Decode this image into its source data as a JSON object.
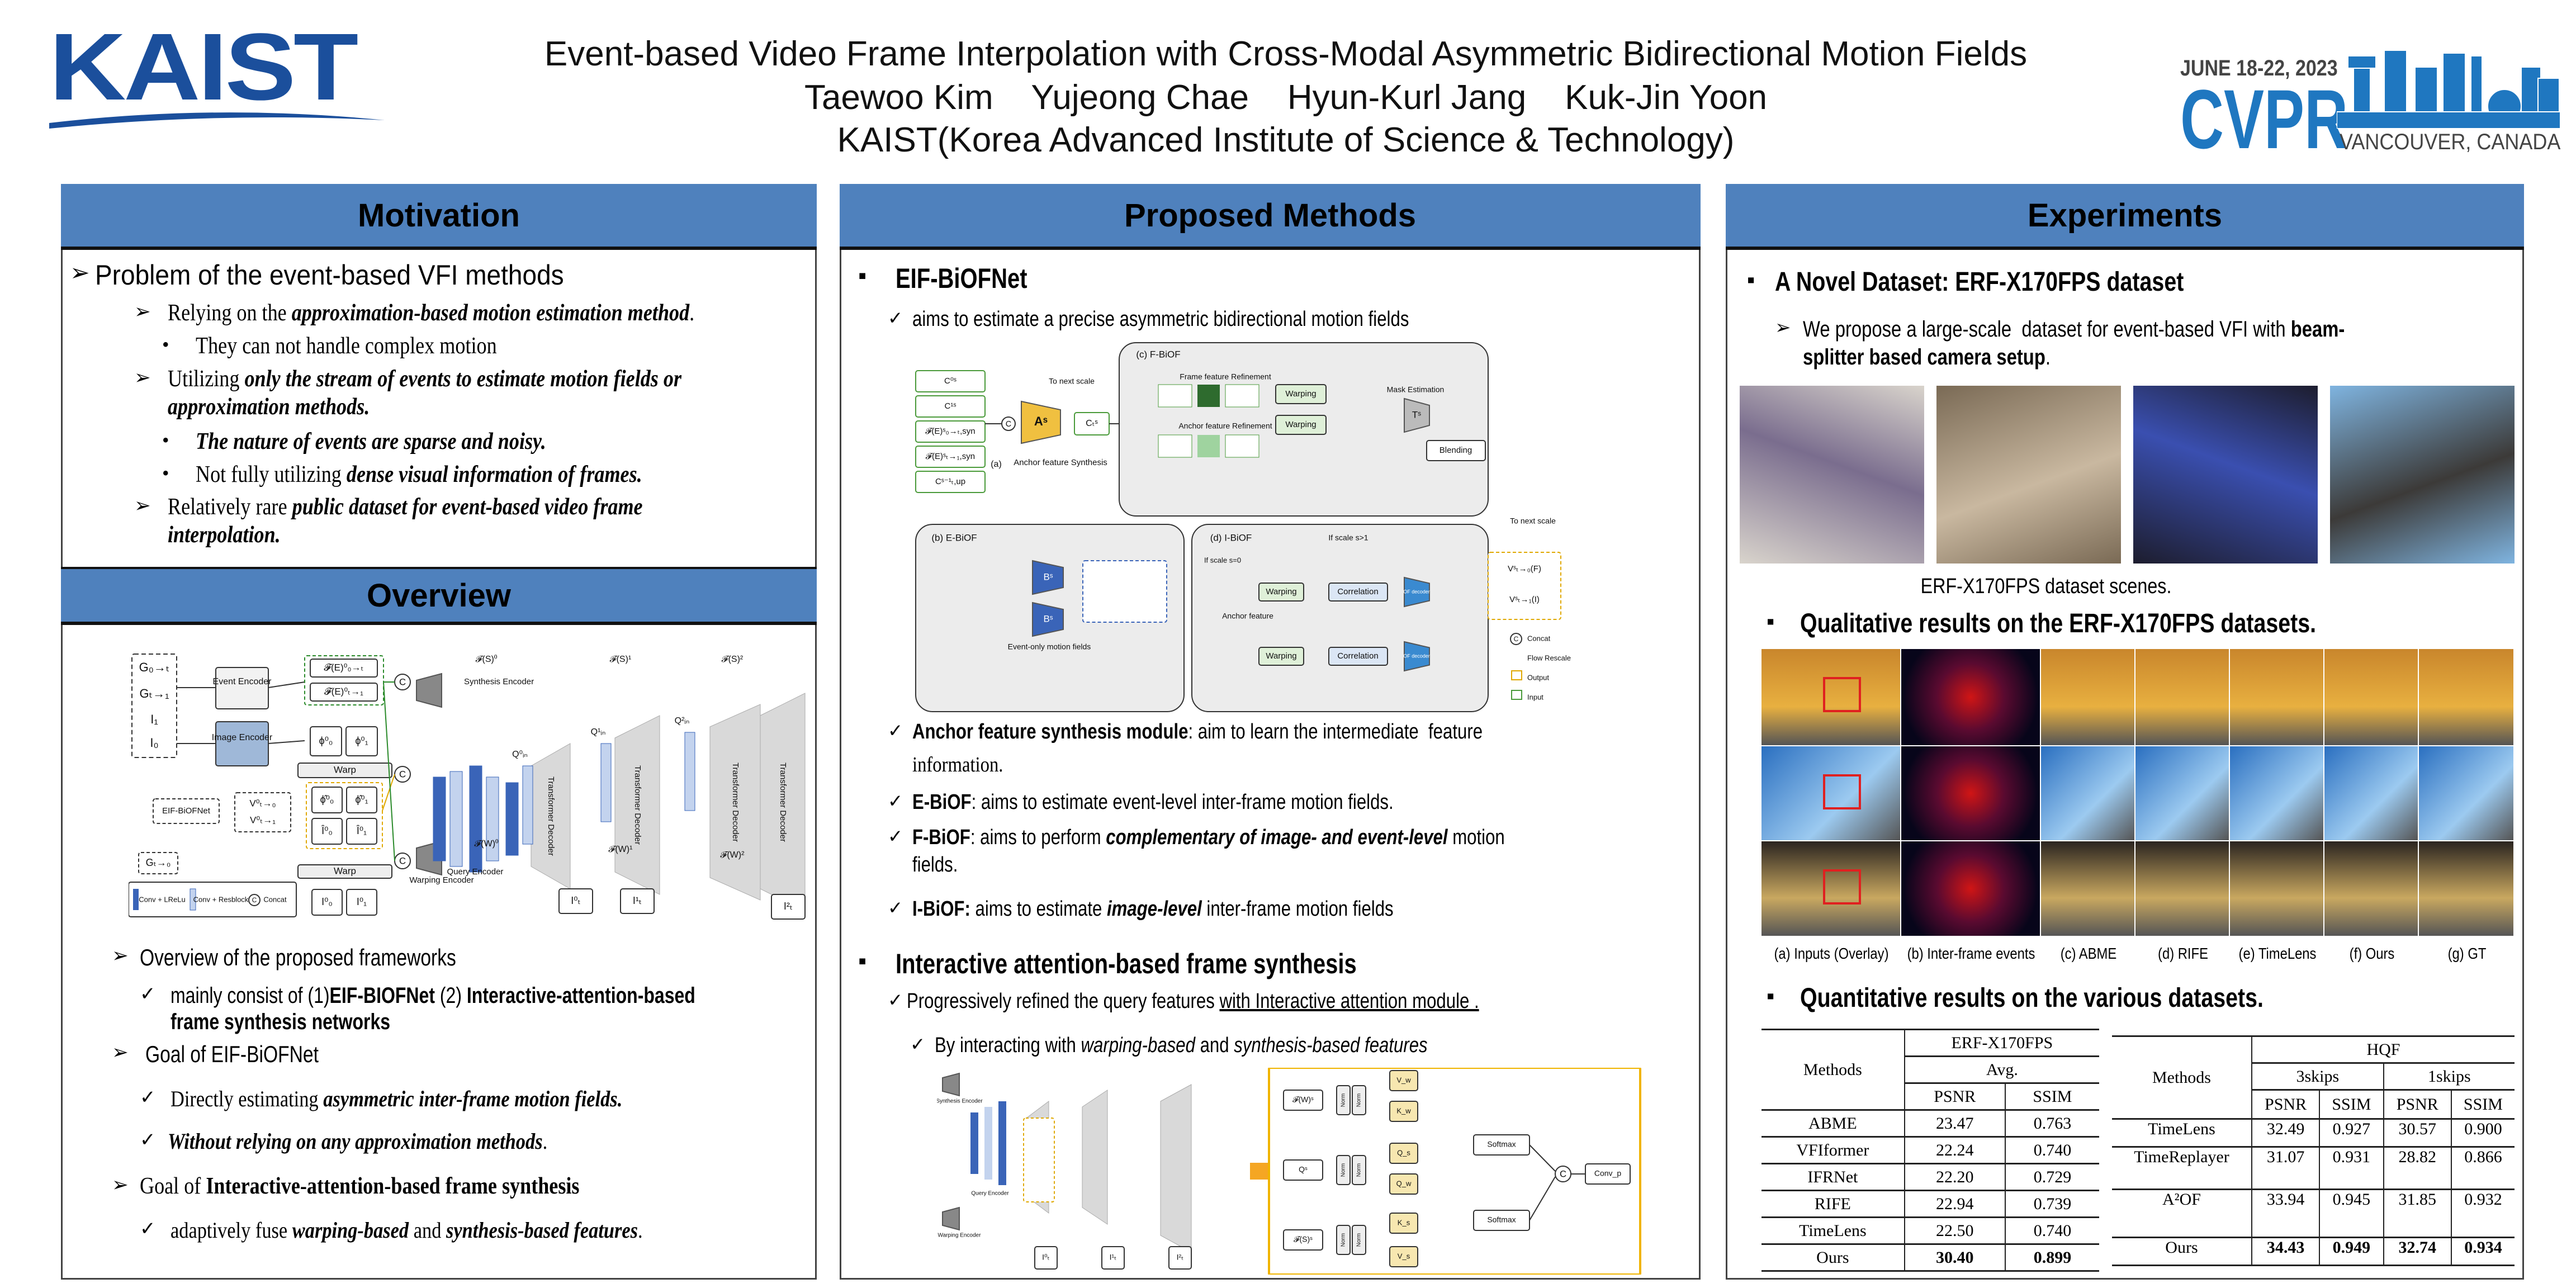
{
  "header": {
    "logo_left": "KAIST",
    "title": "Event-based Video Frame Interpolation with Cross-Modal Asymmetric Bidirectional Motion Fields",
    "authors": "Taewoo Kim    Yujeong Chae    Hyun-Kurl Jang    Kuk-Jin Yoon",
    "affiliation": "KAIST(Korea Advanced Institute of Science & Technology)",
    "conf_logo": {
      "date": "JUNE 18-22, 2023",
      "name": "CVPR",
      "place": "VANCOUVER, CANADA"
    },
    "colors": {
      "kaist_blue": "#1b4f9c",
      "cvpr_blue": "#1f77c0",
      "section_header": "#4f81bd"
    }
  },
  "motivation": {
    "title": "Motivation",
    "lines": [
      {
        "marker": "arrow",
        "segs": [
          {
            "t": "Problem of the event-based VFI methods"
          }
        ]
      },
      {
        "marker": "arrow",
        "segs": [
          {
            "t": "Relying on the "
          },
          {
            "t": "approximation-based motion estimation method",
            "s": "bi"
          },
          {
            "t": "."
          }
        ]
      },
      {
        "marker": "dot",
        "segs": [
          {
            "t": "They can not handle complex motion"
          }
        ]
      },
      {
        "marker": "arrow",
        "segs": [
          {
            "t": "Utilizing "
          },
          {
            "t": "only the stream of events to estimate motion fields or",
            "s": "bi"
          }
        ]
      },
      {
        "segs": [
          {
            "t": "approximation methods.",
            "s": "bi"
          }
        ]
      },
      {
        "marker": "dot",
        "segs": [
          {
            "t": "The nature of events are sparse and noisy.",
            "s": "bi"
          }
        ]
      },
      {
        "marker": "dot",
        "segs": [
          {
            "t": "Not fully utilizing "
          },
          {
            "t": "dense visual information of frames.",
            "s": "bi"
          }
        ]
      },
      {
        "marker": "arrow",
        "segs": [
          {
            "t": "Relatively rare "
          },
          {
            "t": "public dataset for event-based video frame",
            "s": "bi"
          }
        ]
      },
      {
        "segs": [
          {
            "t": "interpolation.",
            "s": "bi"
          }
        ]
      }
    ]
  },
  "overview": {
    "title": "Overview",
    "figure": {
      "inputs": [
        "G₀→ₜ",
        "Gₜ→₁",
        "I₁",
        "I₀"
      ],
      "event_encoder": "Event Encoder",
      "image_encoder": "Image Encoder",
      "event_feats": [
        "𝓕(E)⁰₀→ₜ",
        "𝓕(E)⁰ₜ→₁"
      ],
      "image_feats": [
        "ϕ⁰₀",
        "ϕ⁰₁"
      ],
      "warp": "Warp",
      "warped_feats": [
        "ϕ̂⁰₀",
        "ϕ̂⁰₁",
        "Î⁰₀",
        "Î⁰₁"
      ],
      "eif": "EIF-BiOFNet",
      "flows": [
        "V⁰ₜ→₀",
        "V⁰ₜ→₁"
      ],
      "gt0": "Gₜ→₀",
      "frames": [
        "I⁰₀",
        "I⁰₁"
      ],
      "synthesis_encoder": "Synthesis Encoder",
      "query_encoder": "Query Encoder",
      "warping_encoder": "Warping Encoder",
      "decoder": "Transformer Decoder",
      "fs": [
        "𝓕(S)⁰",
        "𝓕(S)¹",
        "𝓕(S)²"
      ],
      "fw": [
        "𝓕(W)⁰",
        "𝓕(W)¹",
        "𝓕(W)²"
      ],
      "queries": [
        "Q⁰ᵢₙ",
        "Q¹ᵢₙ",
        "Q²ᵢₙ"
      ],
      "outputs": [
        "I⁰ₜ",
        "I¹ₜ",
        "I²ₜ"
      ],
      "concat": "C",
      "legend": [
        "Conv + LReLu",
        "Conv + Resblock",
        "Concat"
      ]
    },
    "lines": [
      {
        "marker": "arrow",
        "segs": [
          {
            "t": "Overview of the proposed frameworks"
          }
        ]
      },
      {
        "marker": "check",
        "segs": [
          {
            "t": "mainly consist of (1)"
          },
          {
            "t": "EIF-BIOFNet",
            "s": "b"
          },
          {
            "t": " (2) "
          },
          {
            "t": "Interactive-attention-based",
            "s": "b"
          }
        ]
      },
      {
        "segs": [
          {
            "t": "frame synthesis networks",
            "s": "b"
          }
        ]
      },
      {
        "marker": "arrow",
        "segs": [
          {
            "t": "Goal of EIF-BiOFNet"
          }
        ]
      },
      {
        "marker": "check",
        "segs": [
          {
            "t": "Directly estimating "
          },
          {
            "t": "asymmetric inter-frame motion fields.",
            "s": "bi"
          }
        ]
      },
      {
        "marker": "check",
        "segs": [
          {
            "t": "Without relying on any approximation methods",
            "s": "bi"
          },
          {
            "t": "."
          }
        ]
      },
      {
        "marker": "arrow",
        "segs": [
          {
            "t": "Goal of "
          },
          {
            "t": "Interactive-attention-based frame synthesis",
            "s": "b"
          }
        ]
      },
      {
        "marker": "check",
        "segs": [
          {
            "t": "adaptively fuse "
          },
          {
            "t": "warping-based",
            "s": "bi"
          },
          {
            "t": " and "
          },
          {
            "t": "synthesis-based features",
            "s": "bi"
          },
          {
            "t": "."
          }
        ]
      }
    ]
  },
  "methods": {
    "title": "Proposed Methods",
    "lines": [
      {
        "marker": "square",
        "segs": [
          {
            "t": "EIF-BiOFNet",
            "s": "b"
          }
        ]
      },
      {
        "marker": "check",
        "segs": [
          {
            "t": "aims to estimate a precise asymmetric bidirectional motion fields"
          }
        ]
      },
      {
        "marker": "check",
        "segs": [
          {
            "t": "Anchor feature synthesis module",
            "s": "b"
          },
          {
            "t": ": aim to learn the intermediate  feature"
          }
        ]
      },
      {
        "segs": [
          {
            "t": "information."
          }
        ]
      },
      {
        "marker": "check",
        "segs": [
          {
            "t": "E-BiOF",
            "s": "b"
          },
          {
            "t": ": aims to estimate event-level inter-frame motion fields."
          }
        ]
      },
      {
        "marker": "check",
        "segs": [
          {
            "t": "F-BiOF",
            "s": "b"
          },
          {
            "t": ": aims to perform "
          },
          {
            "t": "complementary of image- and event-level",
            "s": "bi"
          },
          {
            "t": " motion"
          }
        ]
      },
      {
        "segs": [
          {
            "t": "fields."
          }
        ]
      },
      {
        "marker": "check",
        "segs": [
          {
            "t": "I-BiOF:",
            "s": "b"
          },
          {
            "t": " aims to estimate "
          },
          {
            "t": "image-level",
            "s": "bi"
          },
          {
            "t": " inter-frame motion fields"
          }
        ]
      },
      {
        "marker": "square",
        "segs": [
          {
            "t": "Interactive attention-based frame synthesis",
            "s": "b"
          }
        ]
      },
      {
        "marker": "check",
        "segs": [
          {
            "t": "Progressively refined the query features "
          },
          {
            "t": "with Interactive attention module .",
            "s": "u"
          }
        ]
      },
      {
        "marker": "check",
        "segs": [
          {
            "t": "By interacting with "
          },
          {
            "t": "warping-based",
            "s": "i"
          },
          {
            "t": " and "
          },
          {
            "t": "synthesis-based features",
            "s": "i"
          }
        ]
      }
    ],
    "eif_figure": {
      "inputs": [
        "C⁰ˢ",
        "C¹ˢ",
        "𝓕(E)ˢ₀→ₜ,syn",
        "𝓕(E)ˢₜ→₁,syn",
        "Cˢ⁻¹ₜ,up"
      ],
      "anchor": "Aˢ",
      "anchor_out": "Cₜˢ",
      "anchor_label": "Anchor feature Synthesis",
      "a": "(a)",
      "to_next": "To next scale",
      "c_panel": "(c) F-BiOF",
      "frame_ref": "Frame feature Refinement",
      "anchor_ref": "Anchor feature Refinement",
      "warping": "Warping",
      "mask": "Mask Estimation",
      "mask_t": "Tˢ",
      "blending": "Blending",
      "b_panel": "(b) E-BiOF",
      "b_block": "Bˢ",
      "event_only": "Event-only motion fields",
      "d_panel": "(d) I-BiOF",
      "correlation": "Correlation",
      "of_decoder": "OF decoder",
      "if_scale1": "If scale s>1",
      "if_scale0": "If scale s=0",
      "anchor_feature": "Anchor feature",
      "outputs": [
        "Vˢₜ→₀(F)",
        "Vˢₜ→₁(I)"
      ],
      "legend": [
        "Concat",
        "Flow Rescale",
        "Output",
        "Input"
      ]
    },
    "ia_figure": {
      "norm": "Norm",
      "softmax": "Softmax",
      "conv": "Conv_p",
      "inputs": [
        "𝓕(W)ˢ",
        "Qˢ",
        "𝓕(S)ˢ"
      ],
      "kv": [
        "V_w",
        "K_w",
        "Q_s",
        "Q_w",
        "K_s",
        "V_s"
      ],
      "concat": "C"
    }
  },
  "experiments": {
    "title": "Experiments",
    "lines": [
      {
        "marker": "square",
        "segs": [
          {
            "t": "A Novel Dataset: ERF-X170FPS dataset",
            "s": "b"
          }
        ]
      },
      {
        "marker": "arrow",
        "segs": [
          {
            "t": "We propose a large-scale  dataset for event-based VFI with "
          },
          {
            "t": "beam-",
            "s": "b"
          }
        ]
      },
      {
        "segs": [
          {
            "t": "splitter based camera setup",
            "s": "b"
          },
          {
            "t": "."
          }
        ]
      },
      {
        "marker": "square",
        "segs": [
          {
            "t": "Qualitative results on the ERF-X170FPS datasets.",
            "s": "b"
          }
        ]
      },
      {
        "marker": "square",
        "segs": [
          {
            "t": "Quantitative results on the various datasets.",
            "s": "b"
          }
        ]
      }
    ],
    "scenes_caption": "ERF-X170FPS dataset scenes.",
    "qual_captions": [
      "(a) Inputs (Overlay)",
      "(b) Inter-frame events",
      "(c) ABME",
      "(d) RIFE",
      "(e) TimeLens",
      "(f) Ours",
      "(g) GT"
    ],
    "table_erf": {
      "h_methods": "Methods",
      "h_dataset": "ERF-X170FPS",
      "h_avg": "Avg.",
      "h_psnr": "PSNR",
      "h_ssim": "SSIM",
      "rows": [
        {
          "m": "ABME",
          "psnr": "23.47",
          "ssim": "0.763"
        },
        {
          "m": "VFIformer",
          "psnr": "22.24",
          "ssim": "0.740"
        },
        {
          "m": "IFRNet",
          "psnr": "22.20",
          "ssim": "0.729"
        },
        {
          "m": "RIFE",
          "psnr": "22.94",
          "ssim": "0.739"
        },
        {
          "m": "TimeLens",
          "psnr": "22.50",
          "ssim": "0.740"
        },
        {
          "m": "Ours",
          "psnr": "30.40",
          "ssim": "0.899"
        }
      ]
    },
    "table_hqf": {
      "h_methods": "Methods",
      "h_dataset": "HQF",
      "h_3": "3skips",
      "h_1": "1skips",
      "h_psnr": "PSNR",
      "h_ssim": "SSIM",
      "rows": [
        {
          "m": "TimeLens",
          "p3": "32.49",
          "s3": "0.927",
          "p1": "30.57",
          "s1": "0.900"
        },
        {
          "m": "TimeReplayer",
          "p3": "31.07",
          "s3": "0.931",
          "p1": "28.82",
          "s1": "0.866"
        },
        {
          "m": "A²OF",
          "p3": "33.94",
          "s3": "0.945",
          "p1": "31.85",
          "s1": "0.932"
        },
        {
          "m": "Ours",
          "p3": "34.43",
          "s3": "0.949",
          "p1": "32.74",
          "s1": "0.934"
        }
      ]
    }
  }
}
